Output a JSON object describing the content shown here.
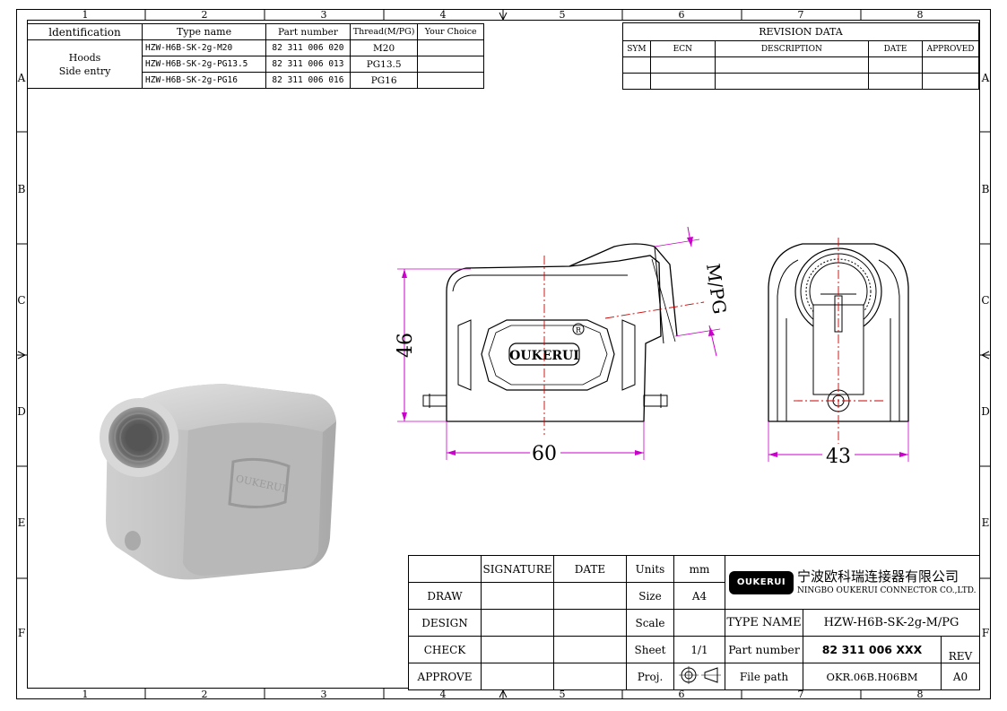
{
  "frame": {
    "col_numbers": [
      "1",
      "2",
      "3",
      "4",
      "5",
      "6",
      "7",
      "8"
    ],
    "row_letters": [
      "A",
      "B",
      "C",
      "D",
      "E",
      "F"
    ]
  },
  "variants_table": {
    "headers": [
      "ldentification",
      "Type name",
      "Part number",
      "Thread(M/PG)",
      "Your Choice"
    ],
    "identification": [
      "Hoods",
      "Side entry"
    ],
    "rows": [
      {
        "type_name": "HZW-H6B-SK-2g-M20",
        "part_number": "82 311 006 020",
        "thread": "M20",
        "choice": ""
      },
      {
        "type_name": "HZW-H6B-SK-2g-PG13.5",
        "part_number": "82 311 006 013",
        "thread": "PG13.5",
        "choice": ""
      },
      {
        "type_name": "HZW-H6B-SK-2g-PG16",
        "part_number": "82 311 006 016",
        "thread": "PG16",
        "choice": ""
      }
    ]
  },
  "revision_table": {
    "title": "REVISION   DATA",
    "headers": [
      "SYM",
      "ECN",
      "DESCRIPTION",
      "DATE",
      "APPROVED"
    ]
  },
  "drawing": {
    "dim_height": "46",
    "dim_width_front": "60",
    "dim_width_side": "43",
    "thread_label": "M/PG",
    "logo_text": "OUKERUI",
    "registered_mark": "R",
    "colors": {
      "dimension": "#cc00cc",
      "centerline": "#cc0000",
      "line": "#000000",
      "photo_body": "#c6c6c6"
    }
  },
  "title_block": {
    "signature_header": "SIGNATURE",
    "date_header": "DATE",
    "roles": [
      "DRAW",
      "DESIGN",
      "CHECK",
      "APPROVE"
    ],
    "units_label": "Units",
    "units_value": "mm",
    "size_label": "Size",
    "size_value": "A4",
    "scale_label": "Scale",
    "scale_value": "",
    "sheet_label": "Sheet",
    "sheet_value": "1/1",
    "proj_label": "Proj.",
    "company_cn": "宁波欧科瑞连接器有限公司",
    "company_en": "NINGBO OUKERUI CONNECTOR CO.,LTD.",
    "logo_text": "OUKERUI",
    "type_name_label": "TYPE NAME",
    "type_name_value": "HZW-H6B-SK-2g-M/PG",
    "part_number_label": "Part number",
    "part_number_value": "82 311 006 XXX",
    "rev_label": "REV",
    "file_path_label": "File path",
    "file_path_value": "OKR.06B.H06BM",
    "rev_value": "A0"
  }
}
